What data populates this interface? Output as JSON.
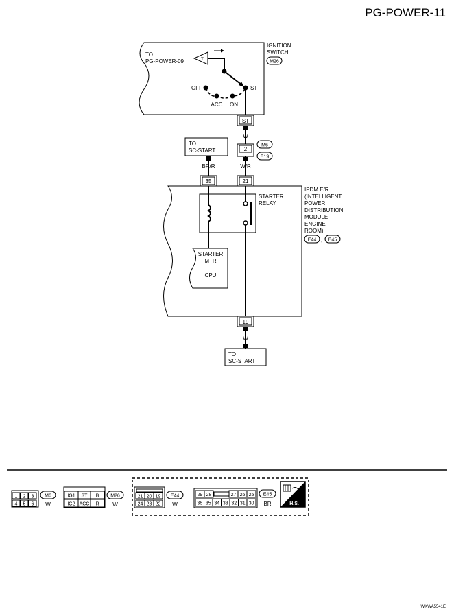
{
  "page_title": "PG-POWER-11",
  "ignition_switch": {
    "label_line1": "IGNITION",
    "label_line2": "SWITCH",
    "connector": "M26",
    "to_line1": "TO",
    "to_line2": "PG-POWER-09",
    "arrow_letter": "T",
    "pos_off": "OFF",
    "pos_acc": "ACC",
    "pos_on": "ON",
    "pos_st": "ST",
    "terminal": "ST"
  },
  "wire_w_upper": "W",
  "connector_m6": "M6",
  "connector_e19": "E19",
  "terminal_2": "2",
  "to_sc_start_top": {
    "line1": "TO",
    "line2": "SC-START"
  },
  "wire_br_r": "BR/R",
  "wire_w_r": "W/R",
  "terminal_35": "35",
  "terminal_21": "21",
  "ipdm": {
    "line1": "IPDM E/R",
    "line2": "(INTELLIGENT",
    "line3": "POWER",
    "line4": "DISTRIBUTION",
    "line5": "MODULE",
    "line6": "ENGINE",
    "line7": "ROOM)",
    "conn1": "E44",
    "sep": ",",
    "conn2": "E45"
  },
  "starter_relay": {
    "line1": "STARTER",
    "line2": "RELAY"
  },
  "starter_mtr": {
    "line1": "STARTER",
    "line2": "MTR",
    "line3": "CPU"
  },
  "terminal_19": "19",
  "wire_w_lower": "W",
  "to_sc_start_bottom": {
    "line1": "TO",
    "line2": "SC-START"
  },
  "legend": {
    "m6": {
      "cells": [
        "1",
        "2",
        "3",
        "4",
        "5",
        "6"
      ],
      "name": "M6",
      "color": "W"
    },
    "m26": {
      "cells": [
        "IG1",
        "ST",
        "B",
        "IG2",
        "ACC",
        "R"
      ],
      "name": "M26",
      "color": "W"
    },
    "e44": {
      "cells": [
        "21",
        "20",
        "19",
        "24",
        "23",
        "22"
      ],
      "name": "E44",
      "color": "W"
    },
    "e45": {
      "top": [
        "29",
        "28",
        "27",
        "26",
        "25"
      ],
      "bottom": [
        "36",
        "35",
        "34",
        "33",
        "32",
        "31",
        "30"
      ],
      "name": "E45",
      "color": "BR"
    },
    "hs_label": "H.S."
  },
  "footer_code": "WKWA5541E"
}
